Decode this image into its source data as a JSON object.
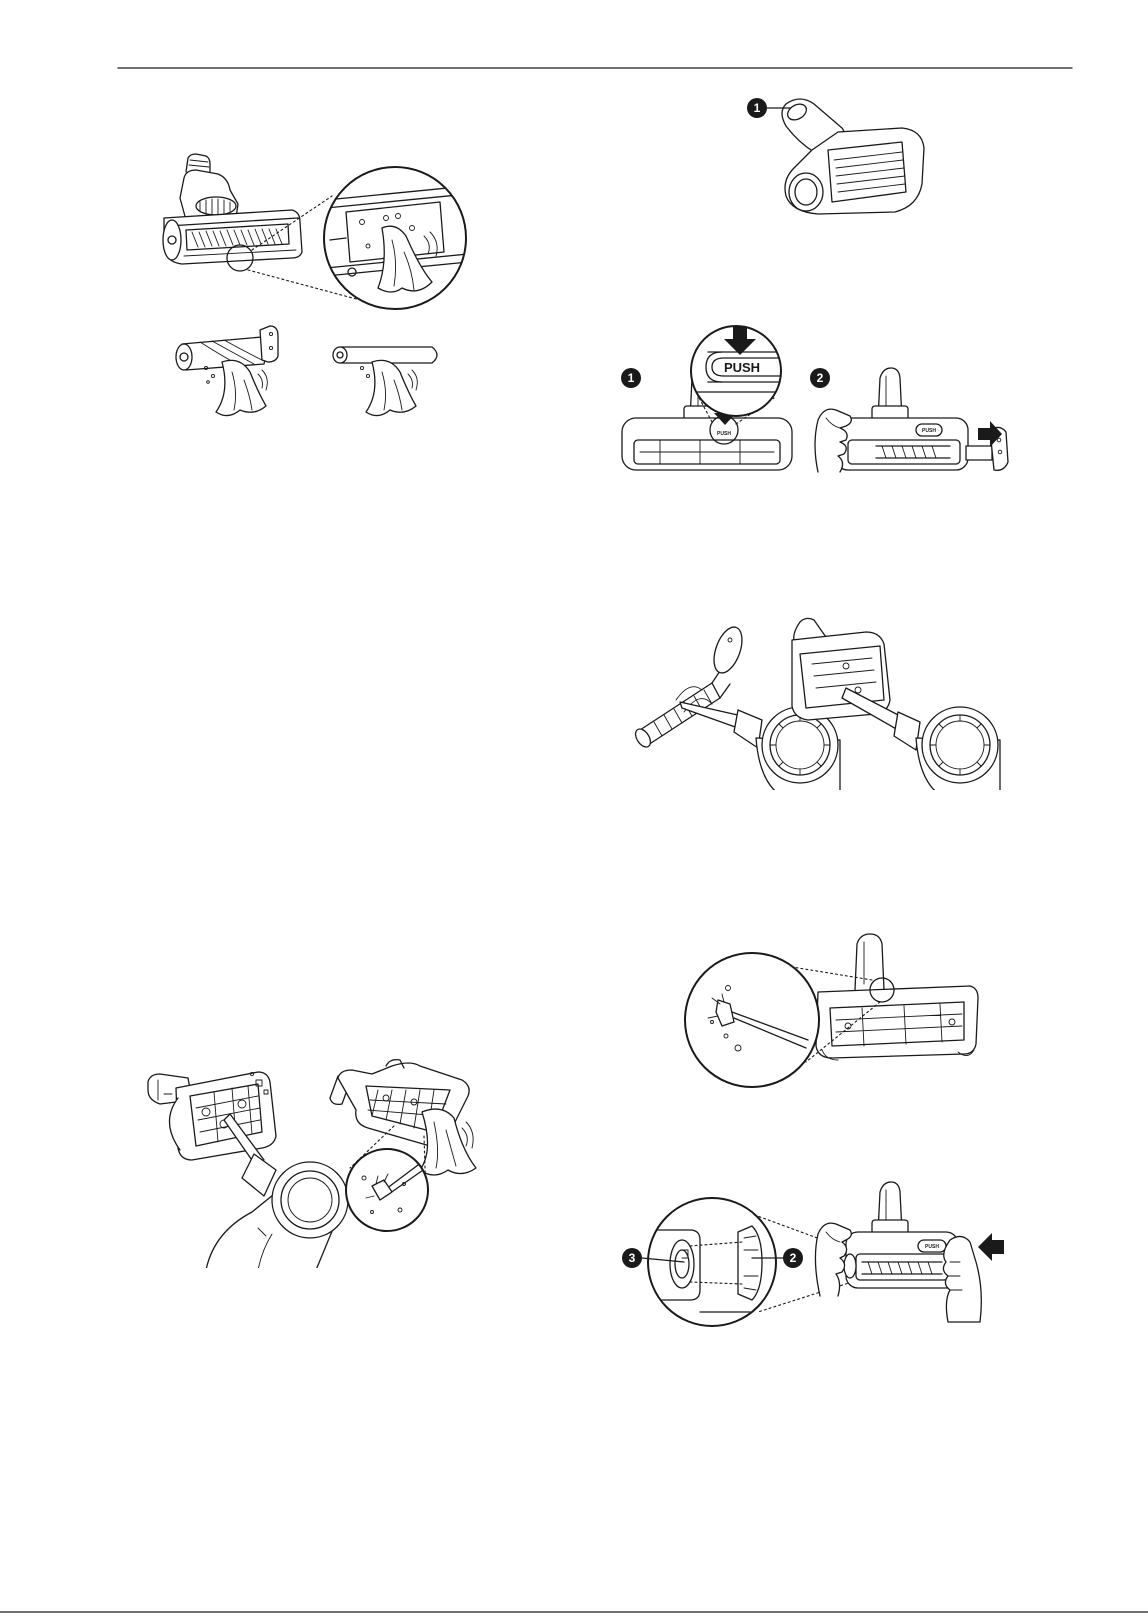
{
  "page": {
    "background_color": "#ffffff",
    "ink_color": "#1a1a1a"
  },
  "icons": [
    "arrow-down-icon",
    "arrow-right-icon",
    "arrow-left-icon"
  ],
  "mini_turbo_tool": {
    "callout": "1"
  },
  "brush_removal": {
    "step_1_callout": "1",
    "step_2_callout": "2",
    "zoom_button_label": "PUSH",
    "step_1_button_label": "PUSH",
    "step_2_button_label": "PUSH"
  },
  "brush_reassembly": {
    "callout_3": "3",
    "callout_2": "2",
    "button_label": "PUSH"
  }
}
